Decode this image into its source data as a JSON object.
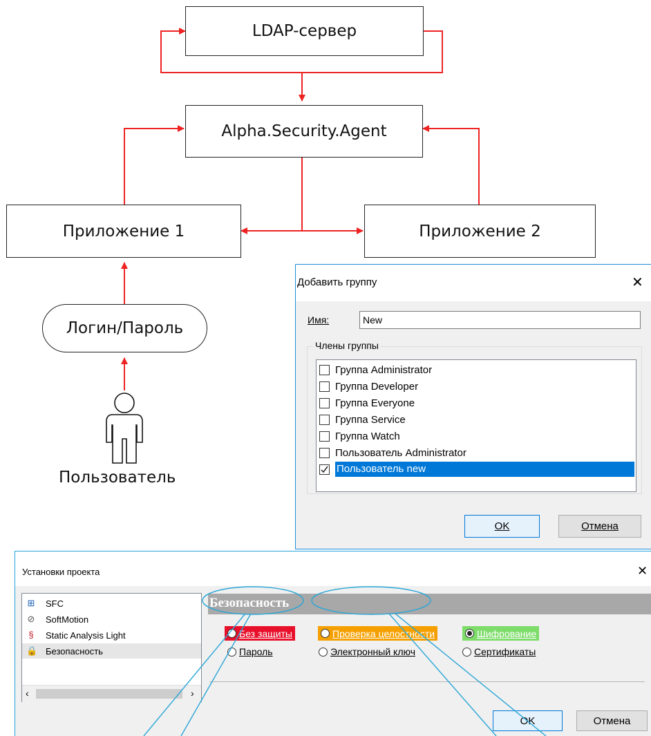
{
  "diagram": {
    "ldap_label": "LDAP-сервер",
    "agent_label": "Alpha.Security.Agent",
    "app1_label": "Приложение 1",
    "app2_label": "Приложение 2",
    "login_label": "Логин/Пароль",
    "user_label": "Пользователь",
    "arrow_color": "#ee2222"
  },
  "add_group_dialog": {
    "title": "Добавить группу",
    "close_glyph": "✕",
    "name_label": "Имя:",
    "name_value": "New",
    "members_legend": "Члены группы",
    "members": [
      {
        "label": "Группа Administrator",
        "checked": false,
        "selected": false
      },
      {
        "label": "Группа Developer",
        "checked": false,
        "selected": false
      },
      {
        "label": "Группа Everyone",
        "checked": false,
        "selected": false
      },
      {
        "label": "Группа Service",
        "checked": false,
        "selected": false
      },
      {
        "label": "Группа Watch",
        "checked": false,
        "selected": false
      },
      {
        "label": "Пользователь Administrator",
        "checked": false,
        "selected": false
      },
      {
        "label": "Пользователь new",
        "checked": true,
        "selected": true
      }
    ],
    "ok_label": "OK",
    "cancel_label": "Отмена"
  },
  "project_settings_dialog": {
    "title": "Установки проекта",
    "close_glyph": "✕",
    "tree_items": [
      {
        "label": "SFC",
        "icon": "sfc-icon"
      },
      {
        "label": "SoftMotion",
        "icon": "softmotion-icon"
      },
      {
        "label": "Static Analysis Light",
        "icon": "section-icon"
      },
      {
        "label": "Безопасность",
        "icon": "lock-icon"
      }
    ],
    "section_title": "Безопасность",
    "options_top": [
      {
        "label": "Без защиты",
        "color": "#e8102a"
      },
      {
        "label": "Проверка целостности",
        "color": "#f5a000"
      },
      {
        "label": "Шифрование",
        "color": "#7ddc6a"
      }
    ],
    "options_bottom": [
      "Пароль",
      "Электронный ключ",
      "Сертификаты"
    ],
    "ok_label": "OK",
    "cancel_label": "Отмена",
    "callout_color": "#29a6d6"
  }
}
